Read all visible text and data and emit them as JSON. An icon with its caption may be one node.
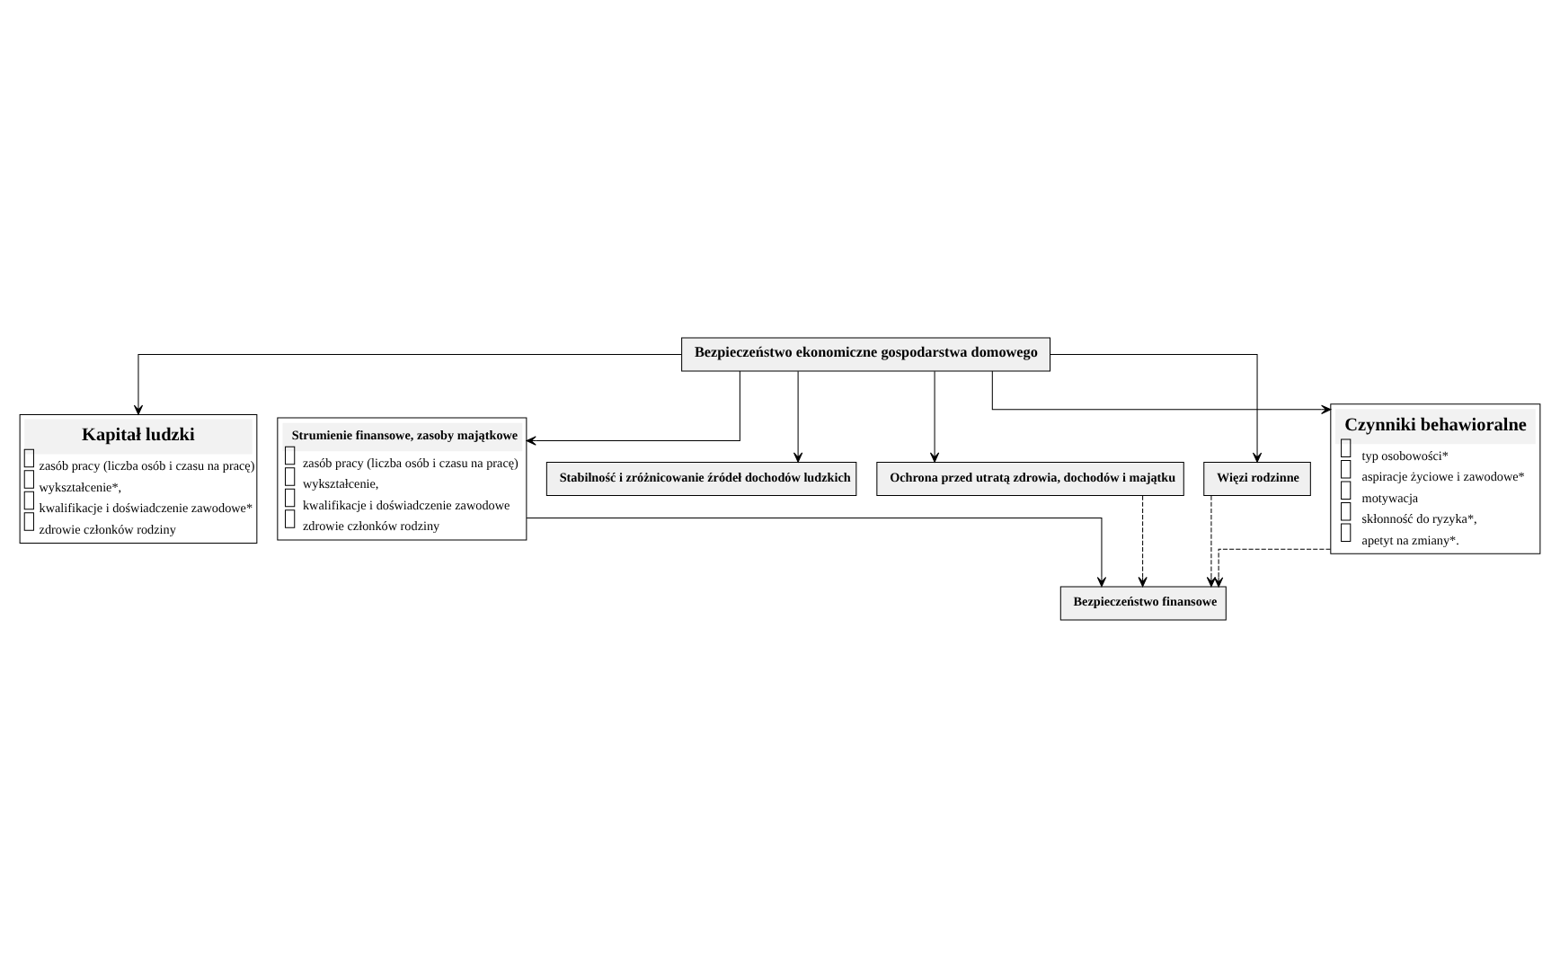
{
  "diagram": {
    "nodes": [
      {
        "text": [
          "Bezpieczeństwo ekonomiczne gospodarstwa domowego"
        ]
      },
      {
        "text": [
          "Kapitał ludzki",
          "zasób pracy (liczba osób i czasu na pracę)",
          "wykształcenie*,",
          "kwalifikacje i doświadczenie zawodowe*",
          "zdrowie członków rodziny"
        ]
      },
      {
        "text": [
          "Strumienie finansowe, zasoby majątkowe",
          "zasób pracy (liczba osób i czasu na pracę)",
          "wykształcenie,",
          "kwalifikacje i doświadczenie zawodowe",
          "zdrowie członków rodziny"
        ]
      },
      {
        "text": [
          "Stabilność i zróżnicowanie źródeł dochodów ludzkich"
        ]
      },
      {
        "text": [
          "Ochrona przed utratą zdrowia, dochodów i majątku"
        ]
      },
      {
        "text": [
          "Więzi rodzinne"
        ]
      },
      {
        "text": [
          "Czynniki behawioralne",
          "typ osobowości*",
          "aspiracje życiowe i zawodowe*",
          "motywacja",
          "skłonność do ryzyka*,",
          "apetyt na zmiany*."
        ]
      },
      {
        "text": [
          "Bezpieczeństwo finansowe"
        ]
      }
    ],
    "edges": [
      {
        "from": 0,
        "to": 1,
        "arrow": "to"
      },
      {
        "from": 0,
        "to": 2,
        "arrow": "to"
      },
      {
        "from": 0,
        "to": 3,
        "arrow": "to"
      },
      {
        "from": 0,
        "to": 6,
        "arrow": "to"
      },
      {
        "from": 0,
        "to": 4,
        "arrow": "to"
      },
      {
        "from": 0,
        "to": 5,
        "arrow": "to"
      },
      {
        "from": 2,
        "to": 7,
        "arrow": "to"
      },
      {
        "from": 6,
        "to": 7,
        "arrow": "to",
        "style": "dashed"
      },
      {
        "from": 4,
        "to": 7,
        "arrow": "to",
        "style": "dashed"
      },
      {
        "from": 5,
        "to": 7,
        "arrow": "to",
        "style": "dashed"
      }
    ]
  }
}
